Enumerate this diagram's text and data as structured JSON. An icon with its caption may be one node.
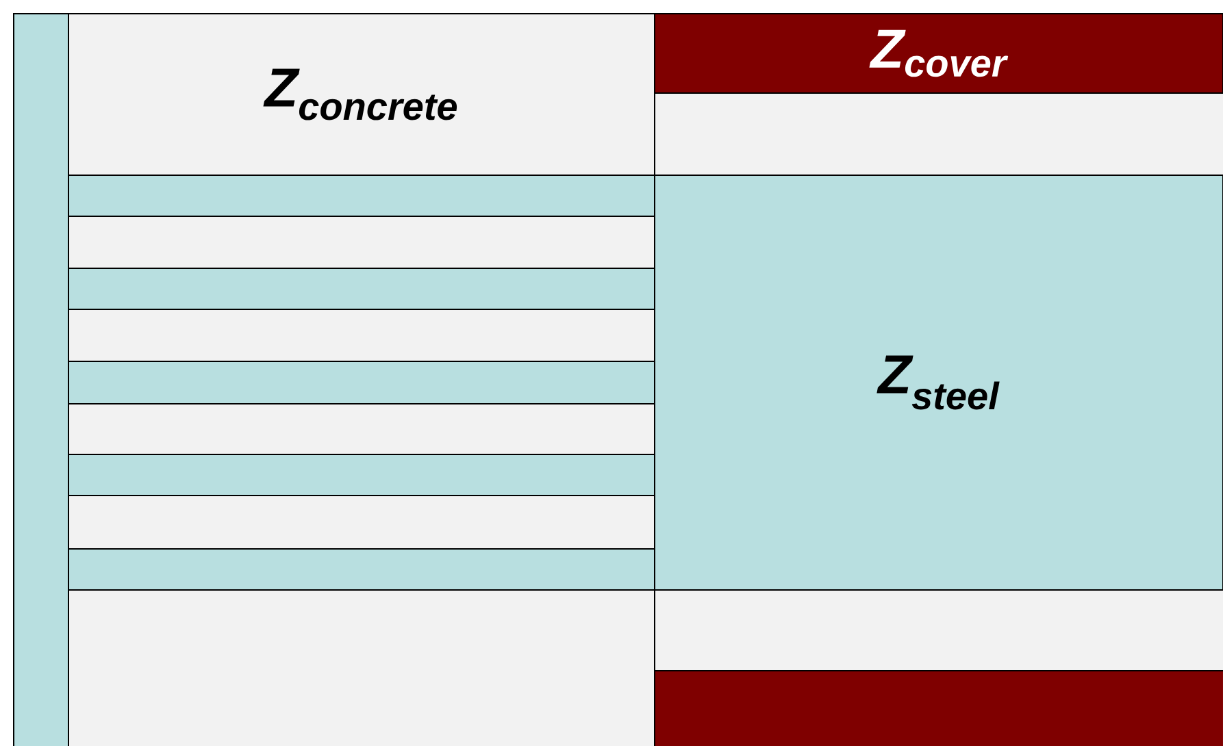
{
  "diagram": {
    "nodes": [
      {
        "text": [
          "Z$_{concrete}$"
        ]
      },
      {
        "text": [
          "Z$_{cover}$"
        ]
      },
      {
        "text": [
          "Z$_{steel}$"
        ]
      }
    ]
  }
}
